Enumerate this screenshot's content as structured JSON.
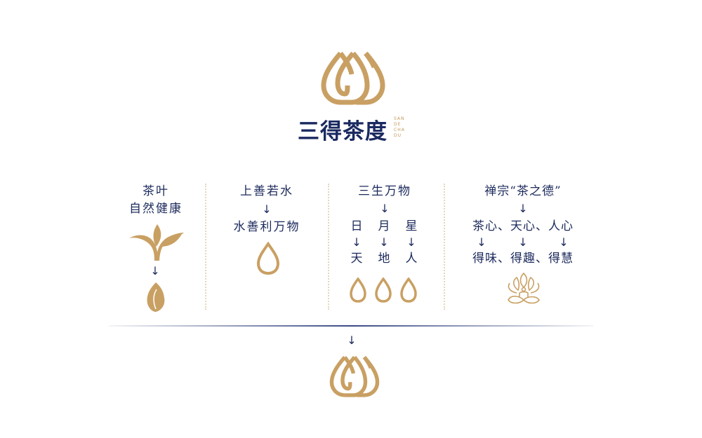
{
  "brand": {
    "title": "三得茶度",
    "subtitle_lines": [
      "SAN",
      "DE",
      "CHA",
      "DU"
    ],
    "colors": {
      "navy": "#1c2a5c",
      "gold": "#c9a063"
    }
  },
  "columns": [
    {
      "lines": [
        "茶叶",
        "自然健康"
      ],
      "arrow": "↓",
      "icons": [
        "tea-sprout-icon",
        "tea-leaf-icon"
      ]
    },
    {
      "lines": [
        "上善若水",
        "水善利万物"
      ],
      "arrow": "↓",
      "icons": [
        "water-drop-icon"
      ]
    },
    {
      "heading": "三生万物",
      "arrow": "↓",
      "row1": [
        "日",
        "月",
        "星"
      ],
      "row2": [
        "天",
        "地",
        "人"
      ],
      "arrows": [
        "↓",
        "↓",
        "↓"
      ],
      "icons": [
        "water-drop-icon",
        "water-drop-icon",
        "water-drop-icon"
      ]
    },
    {
      "heading": "禅宗“茶之德”",
      "arrow": "↓",
      "row1": "茶心、天心、人心",
      "row2": "得味、得趣、得慧",
      "arrows": [
        "↓",
        "↓",
        "↓"
      ],
      "icons": [
        "meditation-lotus-icon"
      ]
    }
  ],
  "footer": {
    "arrow": "↓",
    "icon": "brand-logo-icon"
  }
}
